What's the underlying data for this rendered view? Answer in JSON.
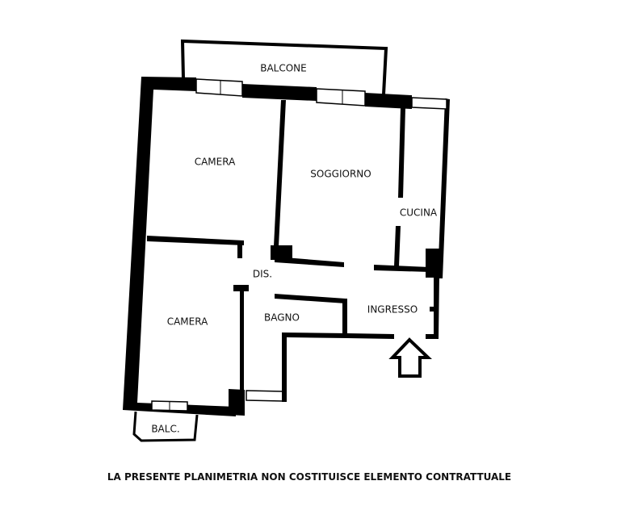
{
  "rooms": {
    "balcone": "BALCONE",
    "camera_1": "CAMERA",
    "soggiorno": "SOGGIORNO",
    "cucina": "CUCINA",
    "disimpegno": "DIS.",
    "bagno": "BAGNO",
    "ingresso": "INGRESSO",
    "camera_2": "CAMERA",
    "balconcino": "BALC."
  },
  "footer": "LA PRESENTE PLANIMETRIA NON COSTITUISCE ELEMENTO CONTRATTUALE",
  "colors": {
    "wall": "#000000",
    "background": "#ffffff"
  }
}
